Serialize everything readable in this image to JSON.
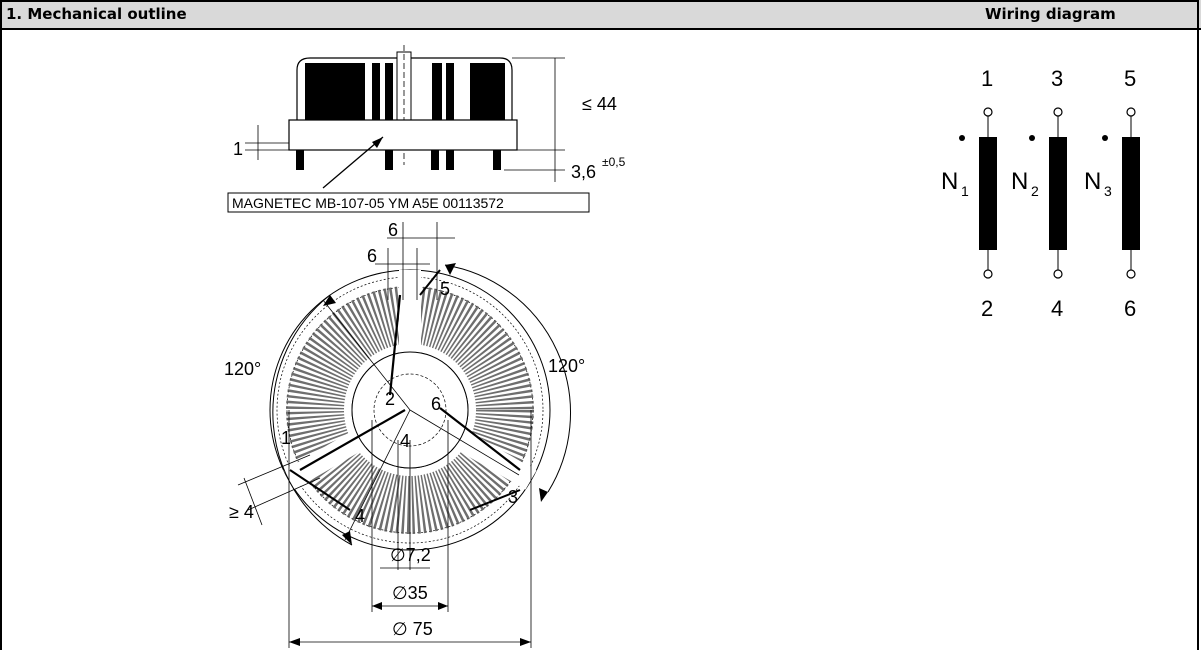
{
  "header": {
    "left_title": "1. Mechanical outline",
    "right_title": "Wiring diagram"
  },
  "outline": {
    "marking": "MAGNETEC MB-107-05 YM A5E 00113572",
    "dim_height": "≤ 44",
    "dim_base": "1",
    "dim_pin": "3,6",
    "dim_pin_tol": "±0,5",
    "dim_top6a": "6",
    "dim_top6b": "6",
    "angle_left": "120°",
    "angle_right": "120°",
    "pin1": "1",
    "pin2": "2",
    "pin3": "3",
    "pin4a": "4",
    "pin4b": "4",
    "pin5": "5",
    "pin6": "6",
    "dim_ge4": "≥ 4",
    "dim_d72": "∅7,2",
    "dim_d35": "∅35",
    "dim_d75": "∅ 75"
  },
  "wiring": {
    "top_labels": [
      "1",
      "3",
      "5"
    ],
    "bottom_labels": [
      "2",
      "4",
      "6"
    ],
    "windings": [
      "N",
      "N",
      "N"
    ],
    "subscripts": [
      "1",
      "2",
      "3"
    ]
  }
}
